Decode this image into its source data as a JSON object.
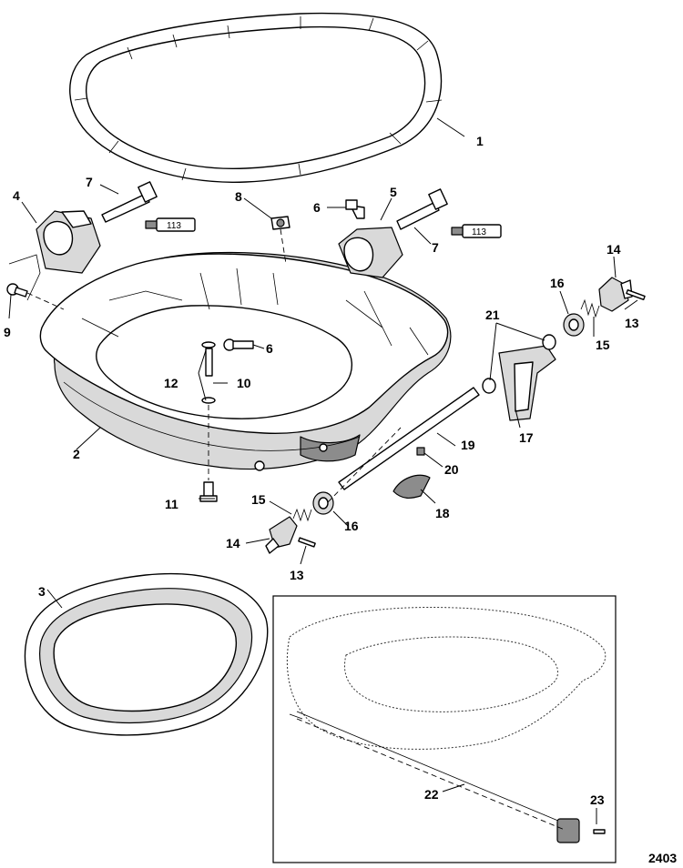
{
  "callouts": {
    "c1": "1",
    "c2": "2",
    "c3": "3",
    "c4": "4",
    "c5": "5",
    "c6a": "6",
    "c6b": "6",
    "c7a": "7",
    "c7b": "7",
    "c8": "8",
    "c9": "9",
    "c10": "10",
    "c11": "11",
    "c12": "12",
    "c13a": "13",
    "c13b": "13",
    "c14a": "14",
    "c14b": "14",
    "c15a": "15",
    "c15b": "15",
    "c16a": "16",
    "c16b": "16",
    "c17": "17",
    "c18": "18",
    "c19": "19",
    "c20": "20",
    "c21": "21",
    "c22": "22",
    "c23": "23"
  },
  "tube_labels": {
    "left": "113",
    "right": "113"
  },
  "figure_ref": "2403"
}
